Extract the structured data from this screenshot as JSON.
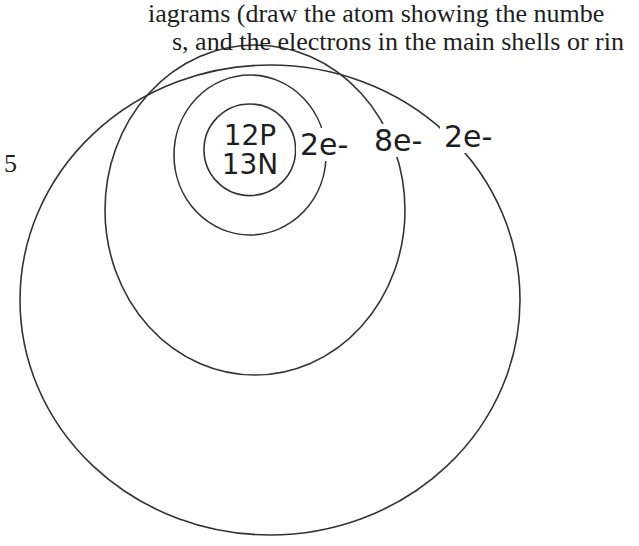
{
  "diagram": {
    "nodes": [
      {
        "text": [
          "12P",
          "13N"
        ]
      }
    ],
    "labels": [
      "iagrams (draw the atom showing the numbe",
      "s, and the electrons in the main shells or rin",
      "5",
      "2e-",
      "8e-",
      "2e-"
    ]
  }
}
